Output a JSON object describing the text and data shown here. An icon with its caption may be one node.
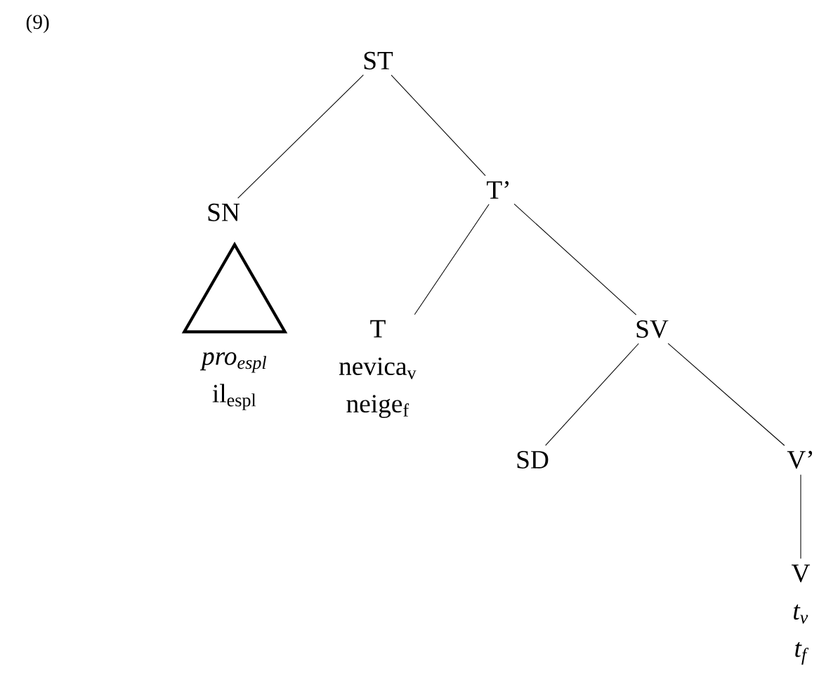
{
  "diagram": {
    "nodes": [
      {
        "text": [
          "ST"
        ]
      },
      {
        "text": [
          "SN"
        ]
      },
      {
        "text": [],
        "shape": "triangle",
        "beside": [
          "pro$_{espl}$",
          "il$_{espl}$"
        ]
      },
      {
        "text": [
          "T’"
        ]
      },
      {
        "text": [
          "T",
          "nevica$_{v}$",
          "neige$_{f}$"
        ]
      },
      {
        "text": [
          "SV"
        ]
      },
      {
        "text": [
          "SD"
        ]
      },
      {
        "text": [
          "V’"
        ]
      },
      {
        "text": [
          "V",
          "t$_{v}$",
          "t$_{f}$"
        ]
      }
    ],
    "edges": [
      {
        "from": 0,
        "to": 1,
        "arrow": "none"
      },
      {
        "from": 0,
        "to": 3,
        "arrow": "none"
      },
      {
        "from": 3,
        "to": 4,
        "arrow": "none"
      },
      {
        "from": 3,
        "to": 5,
        "arrow": "none"
      },
      {
        "from": 5,
        "to": 6,
        "arrow": "none"
      },
      {
        "from": 5,
        "to": 7,
        "arrow": "none"
      },
      {
        "from": 7,
        "to": 8,
        "arrow": "none"
      }
    ],
    "labels": [
      "(9)"
    ]
  }
}
